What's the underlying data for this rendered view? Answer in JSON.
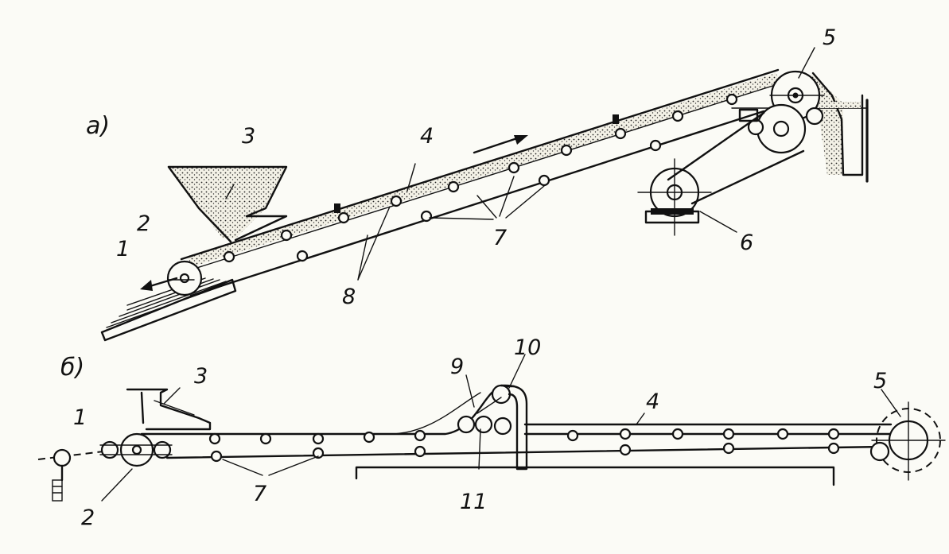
{
  "diagram_a": {
    "tag": "а)",
    "labels": {
      "l1": "1",
      "l2": "2",
      "l3": "3",
      "l4": "4",
      "l5": "5",
      "l6": "6",
      "l7": "7",
      "l8": "8"
    }
  },
  "diagram_b": {
    "tag": "б)",
    "labels": {
      "l1": "1",
      "l2": "2",
      "l3": "3",
      "l4": "4",
      "l5": "5",
      "l7": "7",
      "l9": "9",
      "l10": "10",
      "l11": "11"
    }
  }
}
